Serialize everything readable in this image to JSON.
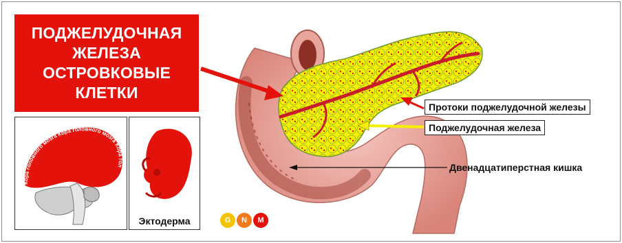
{
  "title_lines": [
    "ПОДЖЕЛУДОЧНАЯ",
    "ЖЕЛЕЗА",
    "ОСТРОВКОВЫЕ",
    "КЛЕТКИ"
  ],
  "labels": {
    "ducts": "Протоки поджелудочной железы",
    "pancreas": "Поджелудочная железа",
    "duodenum": "Двенадцатиперстная кишка"
  },
  "brain_text": "Кора головного мозга Кора головного мозга Кора головного мозга",
  "embryo_label": "Эктодерма",
  "logo_letters": [
    "G",
    "N",
    "M"
  ],
  "colors": {
    "title_bg": "#e3120b",
    "pancreas": "#f4f000",
    "duct": "#c81e2a",
    "intestine": "#e7a39a",
    "brain": "#e3120b",
    "logo": [
      "#f5c400",
      "#f07b1e",
      "#e3120b"
    ]
  }
}
